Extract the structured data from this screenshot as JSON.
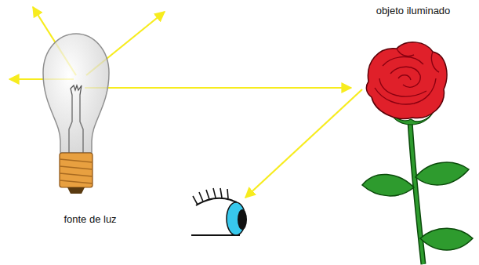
{
  "diagram": {
    "nodes": [
      {
        "text": [
          "fonte de luz"
        ]
      },
      {
        "text": [
          "objeto iluminado"
        ]
      }
    ],
    "edges": [
      {
        "from": 0,
        "to": 1,
        "arrow": "to"
      }
    ]
  }
}
